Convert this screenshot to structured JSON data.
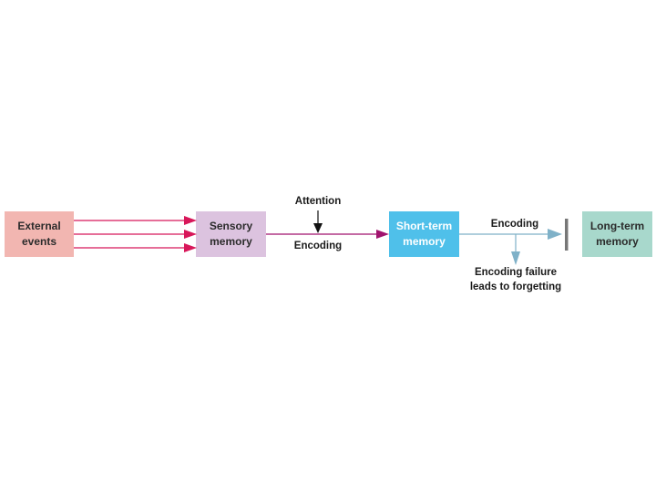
{
  "boxes": {
    "external": "External\nevents",
    "sensory": "Sensory\nmemory",
    "short_term": "Short-term\nmemory",
    "long_term": "Long-term\nmemory"
  },
  "labels": {
    "attention": "Attention",
    "encoding_sensory_to_short": "Encoding",
    "encoding_short_to_long": "Encoding",
    "encoding_failure": "Encoding failure\nleads to forgetting"
  },
  "colors": {
    "external_fill": "#f2b6b1",
    "sensory_fill": "#dcc3df",
    "short_term_fill": "#4fc0ea",
    "long_term_fill": "#a8d8cc",
    "external_arrows": "#d8175a",
    "sensory_arrow": "#a1136e",
    "short_term_arrow": "#7fb1c8",
    "blocker": "#777777",
    "attention_arrow": "#111111"
  }
}
